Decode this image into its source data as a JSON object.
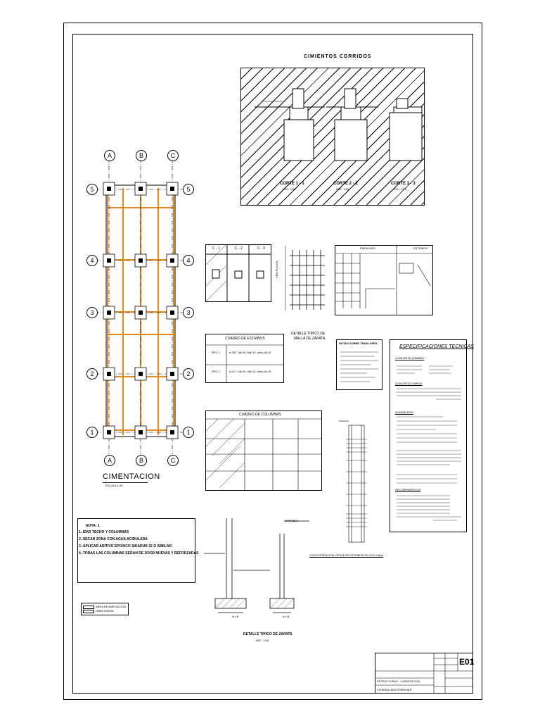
{
  "page_title": "CIMIENTOS CORRIDOS",
  "foundation_plan": {
    "title": "CIMENTACION",
    "subtitle": "ESCALA 1:50",
    "axes_columns": [
      "A",
      "B",
      "C"
    ],
    "axes_rows": [
      "5",
      "4",
      "3",
      "2",
      "1"
    ]
  },
  "sections": [
    {
      "label": "CORTE 1 - 1",
      "scale": "ESC. 1/20"
    },
    {
      "label": "CORTE 2 - 2",
      "scale": "ESC. 1/20"
    },
    {
      "label": "CORTE 3 - 3",
      "scale": "ESC. 1/20"
    }
  ],
  "column_types": [
    "C - 1",
    "C - 2",
    "C - 3"
  ],
  "mesh_detail": {
    "caption_line1": "DETALLE TIPICO DE",
    "caption_line2": "MALLA DE ZAPATA",
    "side_label": "VER PLANTA"
  },
  "stirrup_table": {
    "title": "CUADRO   DE   ESTRIBOS",
    "rows": [
      {
        "type": "TIPO 1",
        "spec": "ø 3/8\" 1@.05, 8@.10, resto @.20"
      },
      {
        "type": "TIPO 2",
        "spec": "ø 1/2\" 1@.05, 8@.10, resto @.25"
      }
    ]
  },
  "column_table": {
    "title": "CUADRO   DE   COLUMNAS"
  },
  "splice_table": {
    "col1": "EMPALMES",
    "col2": "ESTRIBOS"
  },
  "overlap_note": {
    "title": "NOTAS SOBRE TRASLAPES :"
  },
  "stirrup_detail": {
    "caption": "CONCENTRACION TIPICA DE ESTRIBOS EN COLUMNA"
  },
  "specs": {
    "title": "ESPECIFICACIONES  TECNICAS",
    "sections": [
      "CONCRETO  ARMADO",
      "CONCRETO  SIMPLE",
      "ALBAÑILERIA",
      "RECUBRIMIENTOS"
    ]
  },
  "notes": {
    "title": "NOTA: 1",
    "lines": [
      "1.-IZAR TECHO Y COLUMNAS",
      "2.-SECAR ZONA CON AGUA ACIDULADA",
      "3.-APLICAR ADITIVO EPOXICO SIKADUR 32 O SIMILAR",
      "4.-TODAS LAS COLUMNAS SERAN DE 30X30 NUEVAS Y REFORZADAS"
    ]
  },
  "legend": {
    "item1": "AREA DE AMPLIACION",
    "item2": "OBRA NUEVA"
  },
  "footing_detail": {
    "title": "DETALLE TIPICO DE ZAPATA",
    "scale": "ESC. 1/20",
    "variable_label": "VARIABLE",
    "dim_label": "A x B"
  },
  "title_block": {
    "sheet": "E01",
    "specialty": "ESTRUCTURAS - CIMENTACION",
    "project": "VIVIENDA MULTIFAMILIAR"
  }
}
